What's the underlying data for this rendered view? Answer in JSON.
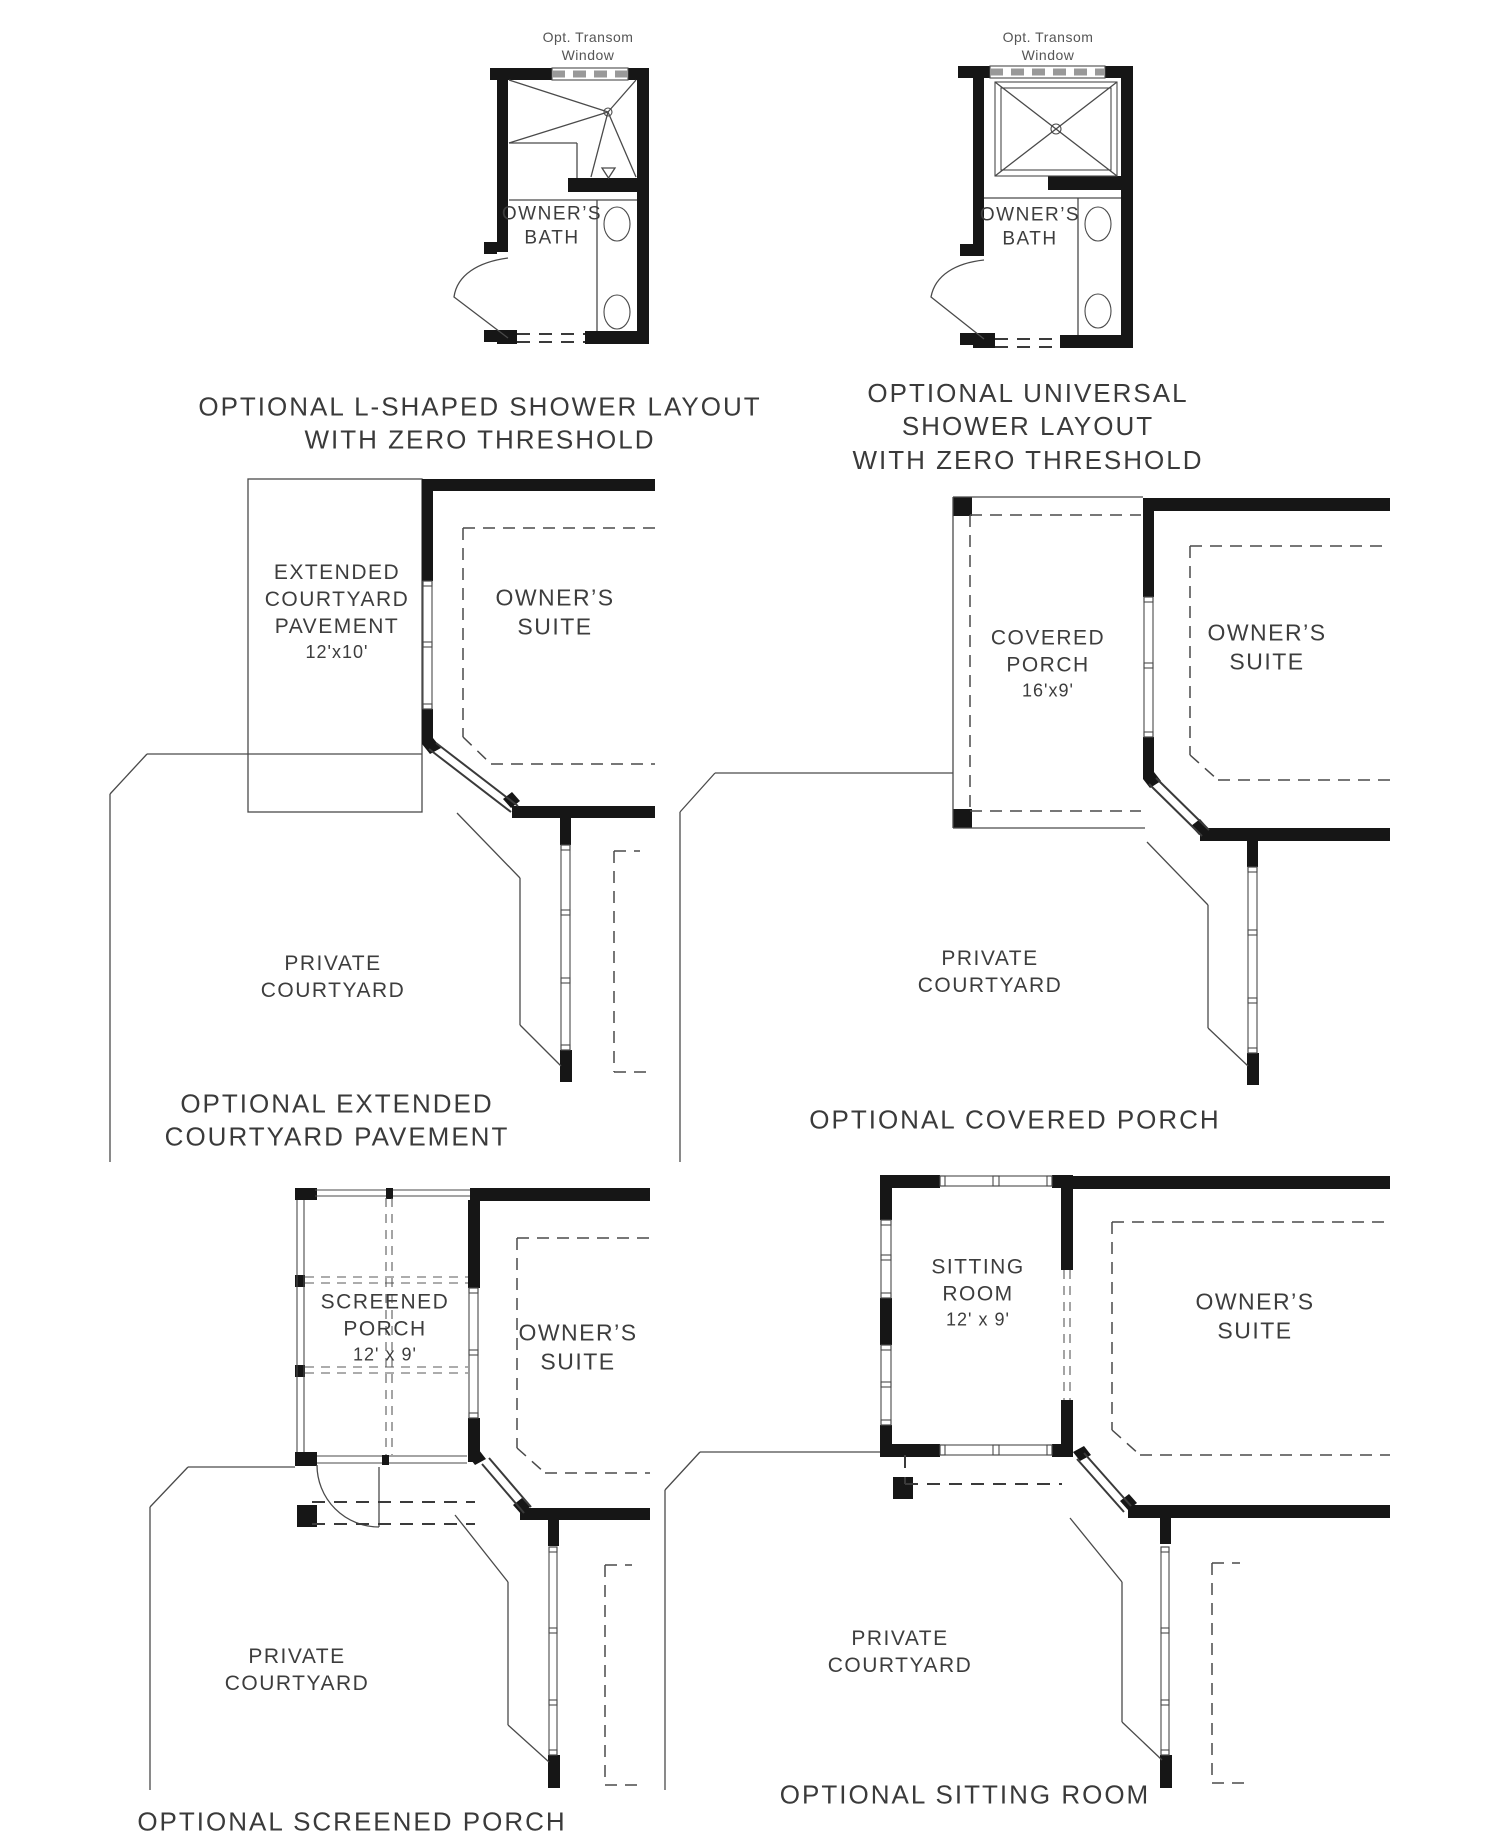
{
  "sheet": {
    "background": "#ffffff",
    "ink_color": "#161616",
    "line_color": "#4a4a4a",
    "transom_band_color": "#999999"
  },
  "d1": {
    "transom": [
      "Opt. Transom",
      "Window"
    ],
    "room": [
      "OWNER’S",
      "BATH"
    ],
    "caption": [
      "OPTIONAL L-SHAPED SHOWER LAYOUT",
      "WITH ZERO THRESHOLD"
    ]
  },
  "d2": {
    "transom": [
      "Opt. Transom",
      "Window"
    ],
    "room": [
      "OWNER’S",
      "BATH"
    ],
    "caption": [
      "OPTIONAL UNIVERSAL",
      "SHOWER LAYOUT",
      "WITH ZERO THRESHOLD"
    ]
  },
  "d3": {
    "area": [
      "EXTENDED",
      "COURTYARD",
      "PAVEMENT"
    ],
    "dim": "12'x10'",
    "suite": [
      "OWNER’S",
      "SUITE"
    ],
    "courtyard": [
      "PRIVATE",
      "COURTYARD"
    ],
    "caption": [
      "OPTIONAL EXTENDED",
      "COURTYARD PAVEMENT"
    ]
  },
  "d4": {
    "area": [
      "COVERED",
      "PORCH"
    ],
    "dim": "16'x9'",
    "suite": [
      "OWNER’S",
      "SUITE"
    ],
    "courtyard": [
      "PRIVATE",
      "COURTYARD"
    ],
    "caption": [
      "OPTIONAL COVERED PORCH"
    ]
  },
  "d5": {
    "area": [
      "SCREENED",
      "PORCH"
    ],
    "dim": "12' x 9'",
    "suite": [
      "OWNER’S",
      "SUITE"
    ],
    "courtyard": [
      "PRIVATE",
      "COURTYARD"
    ],
    "caption": [
      "OPTIONAL SCREENED PORCH"
    ]
  },
  "d6": {
    "area": [
      "SITTING",
      "ROOM"
    ],
    "dim": "12' x 9'",
    "suite": [
      "OWNER’S",
      "SUITE"
    ],
    "courtyard": [
      "PRIVATE",
      "COURTYARD"
    ],
    "caption": [
      "OPTIONAL SITTING ROOM"
    ]
  }
}
